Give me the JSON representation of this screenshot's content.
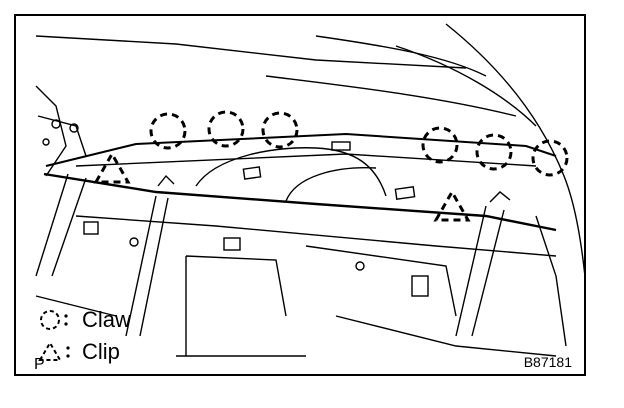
{
  "legend": {
    "claw_label": "Claw",
    "clip_label": "Clip",
    "separator": ":"
  },
  "corner_label": "P",
  "figure_code": "B87181",
  "colors": {
    "ink": "#000000",
    "paper": "#ffffff"
  }
}
